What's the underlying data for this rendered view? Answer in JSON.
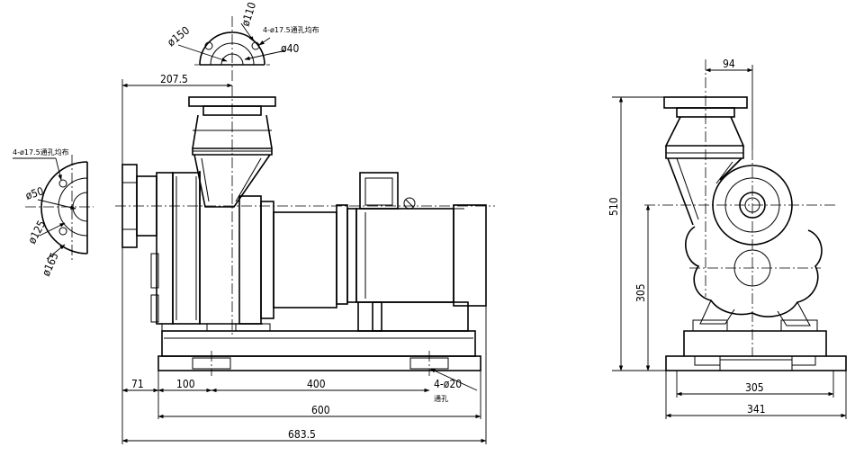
{
  "front_view": {
    "overhang": "207.5",
    "left_offset": "71",
    "bolt_spacing_1": "100",
    "bolt_spacing_2": "400",
    "base_length": "600",
    "overall_length": "683.5",
    "anchor_holes": "4-ø20",
    "anchor_holes_note": "通孔"
  },
  "top_flange": {
    "od": "ø150",
    "hole": "ø110",
    "bore": "ø40",
    "bolts": "4-ø17.5通孔均布"
  },
  "side_flange": {
    "bolts": "4-ø17.5通孔均布",
    "bore": "ø50",
    "pcd": "ø125",
    "od": "ø165"
  },
  "side_view": {
    "outlet_offset": "94",
    "overall_height": "510",
    "shaft_height": "305",
    "base_width": "305",
    "overall_width": "341"
  }
}
